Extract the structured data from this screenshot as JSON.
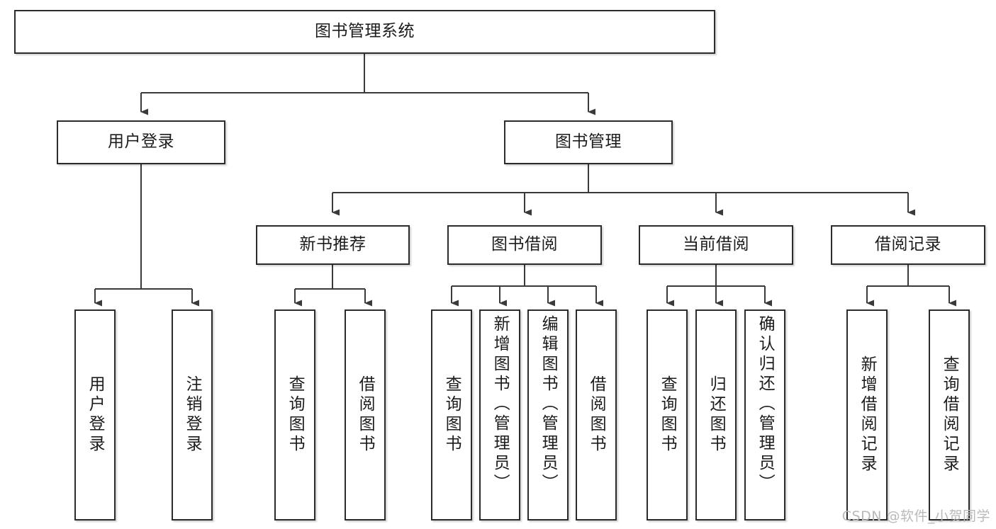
{
  "diagram": {
    "type": "tree-hierarchy",
    "title": "图书管理系统",
    "orientation": "top-down",
    "colors": {
      "box_border": "#2b2b2b",
      "box_fill": "#ffffff",
      "connector": "#3a3a3a",
      "text": "#1c1c1c",
      "watermark": "#b9b9b9"
    },
    "root": {
      "label": "图书管理系统"
    },
    "level2": [
      {
        "label": "用户登录"
      },
      {
        "label": "图书管理"
      }
    ],
    "level3": [
      {
        "label": "新书推荐"
      },
      {
        "label": "图书借阅"
      },
      {
        "label": "当前借阅"
      },
      {
        "label": "借阅记录"
      }
    ],
    "leaves": {
      "user_login": [
        {
          "label": "用户登录"
        },
        {
          "label": "注销登录"
        }
      ],
      "new_book_recommend": [
        {
          "label": "查询图书"
        },
        {
          "label": "借阅图书"
        }
      ],
      "book_borrow": [
        {
          "label": "查询图书"
        },
        {
          "label": "新增图书（管理员）"
        },
        {
          "label": "编辑图书（管理员）"
        },
        {
          "label": "借阅图书"
        }
      ],
      "current_borrow": [
        {
          "label": "查询图书"
        },
        {
          "label": "归还图书"
        },
        {
          "label": "确认归还（管理员）"
        }
      ],
      "borrow_record": [
        {
          "label": "新增借阅记录"
        },
        {
          "label": "查询借阅记录"
        }
      ]
    }
  },
  "watermark": {
    "text": "CSDN @软件_小贺同学"
  }
}
